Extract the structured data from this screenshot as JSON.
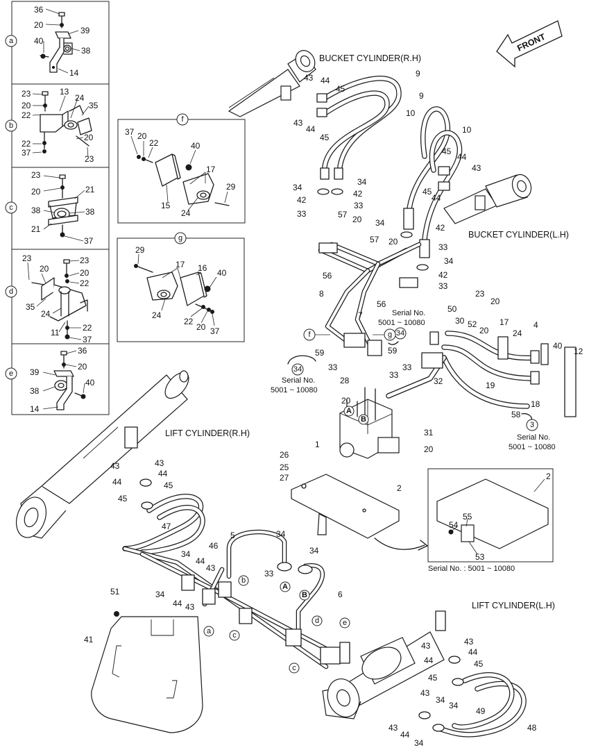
{
  "titles": {
    "bucket_rh": "BUCKET CYLINDER(R.H)",
    "bucket_lh": "BUCKET CYLINDER(L.H)",
    "lift_rh": "LIFT CYLINDER(R.H)",
    "lift_lh": "LIFT CYLINDER(L.H)",
    "front": "FRONT"
  },
  "detail_refs": {
    "a": "a",
    "b": "b",
    "c": "c",
    "d": "d",
    "e": "e",
    "f": "f",
    "g": "g"
  },
  "port_refs": {
    "A": "A",
    "B": "B"
  },
  "serial_notes": {
    "heading": "Serial No.",
    "range": "5001 ~ 10080",
    "inline": "Serial No. : 5001 ~ 10080",
    "ref_34": "34",
    "ref_3": "3"
  },
  "panel_a": {
    "labels": [
      "36",
      "20",
      "39",
      "40",
      "38",
      "14"
    ]
  },
  "panel_b": {
    "labels": [
      "23",
      "20",
      "22",
      "13",
      "24",
      "35",
      "20",
      "22",
      "37",
      "23"
    ]
  },
  "panel_c": {
    "labels": [
      "23",
      "20",
      "21",
      "38",
      "38",
      "21",
      "37"
    ]
  },
  "panel_d": {
    "labels": [
      "23",
      "20",
      "23",
      "20",
      "22",
      "35",
      "24",
      "11",
      "22",
      "37"
    ]
  },
  "panel_e": {
    "labels": [
      "36",
      "20",
      "39",
      "38",
      "40",
      "14"
    ]
  },
  "panel_f": {
    "labels": [
      "37",
      "20",
      "22",
      "40",
      "17",
      "29",
      "15",
      "24"
    ]
  },
  "panel_g": {
    "labels": [
      "29",
      "17",
      "16",
      "40",
      "24",
      "22",
      "20",
      "37"
    ]
  },
  "inset": {
    "labels": [
      "2",
      "55",
      "54",
      "53"
    ]
  },
  "main_labels": {
    "upper": [
      "43",
      "44",
      "45",
      "9",
      "43",
      "44",
      "45",
      "10",
      "9",
      "10",
      "45",
      "44",
      "43",
      "45",
      "44",
      "34",
      "42",
      "34",
      "42",
      "33",
      "33",
      "57",
      "20",
      "34",
      "42",
      "57",
      "20",
      "33",
      "34",
      "42",
      "33",
      "56",
      "8",
      "7",
      "56",
      "50",
      "30",
      "23",
      "20",
      "52",
      "20",
      "17",
      "4",
      "40",
      "12",
      "24",
      "59",
      "59",
      "33",
      "33",
      "32",
      "28",
      "33",
      "20",
      "19",
      "18",
      "58",
      "31",
      "20",
      "1",
      "26",
      "25",
      "27",
      "2"
    ],
    "lower": [
      "43",
      "43",
      "44",
      "44",
      "45",
      "45",
      "47",
      "46",
      "5",
      "34",
      "34",
      "34",
      "44",
      "43",
      "33",
      "6",
      "34",
      "44",
      "43",
      "51",
      "41",
      "43",
      "44",
      "43",
      "44",
      "45",
      "45",
      "43",
      "34",
      "34",
      "49",
      "48",
      "43",
      "44",
      "34"
    ]
  }
}
